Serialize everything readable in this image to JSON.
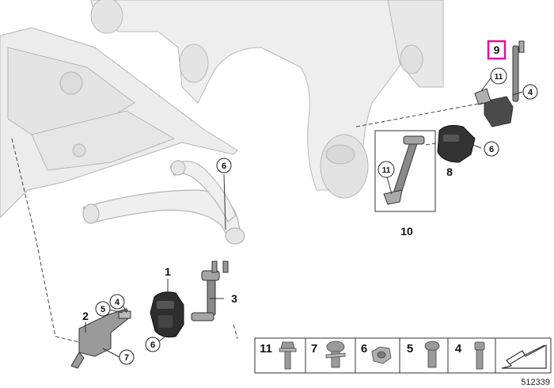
{
  "diagram": {
    "callouts": {
      "c1": "1",
      "c2": "2",
      "c3": "3",
      "c4a": "4",
      "c4b": "4",
      "c5": "5",
      "c6a": "6",
      "c6b": "6",
      "c6c": "6",
      "c7": "7",
      "c8": "8",
      "c9": "9",
      "c10": "10",
      "c11a": "11",
      "c11b": "11"
    },
    "parts_bar": {
      "items": [
        {
          "number": "11"
        },
        {
          "number": "7"
        },
        {
          "number": "6"
        },
        {
          "number": "5"
        },
        {
          "number": "4"
        }
      ]
    },
    "reference_number": "512339",
    "colors": {
      "highlight": "#e0109c",
      "line": "#333333",
      "part_gray": "#e6e6e6",
      "dark_part": "#2a2a2a"
    }
  }
}
